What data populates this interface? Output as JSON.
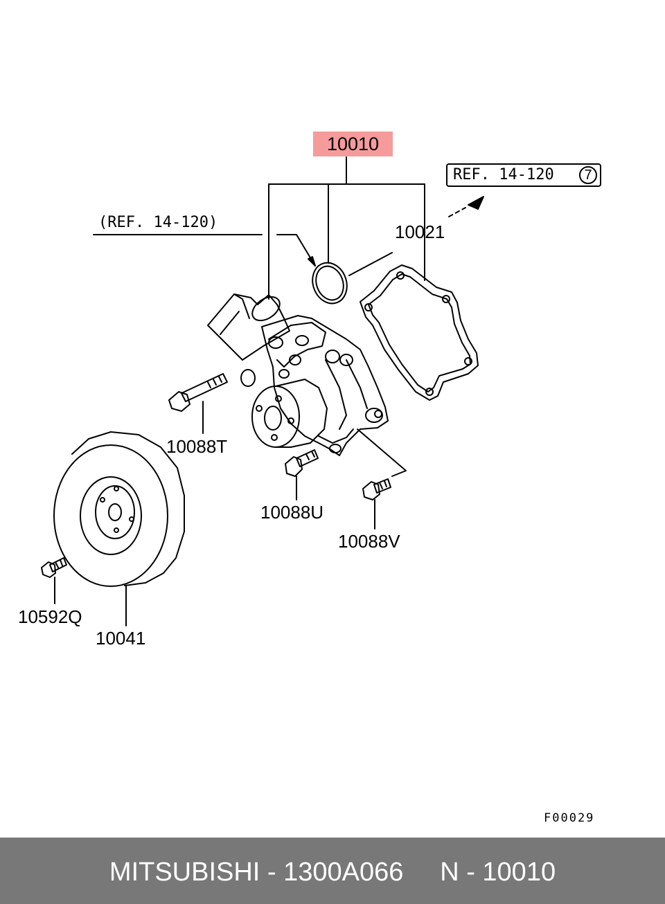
{
  "diagram": {
    "main_part_label": "10010",
    "ref_box": {
      "text": "REF. 14-120",
      "number": "7"
    },
    "ref_left": "(REF. 14-120)",
    "parts": {
      "gasket": "10021",
      "bolt_t": "10088T",
      "bolt_u": "10088U",
      "bolt_v": "10088V",
      "pulley_bolt": "10592Q",
      "pulley": "10041"
    },
    "figure_code": "F00029",
    "highlight_color": "#f59b9b"
  },
  "footer": {
    "text": "MITSUBISHI - 1300A066     N - 10010",
    "background": "#787878"
  }
}
